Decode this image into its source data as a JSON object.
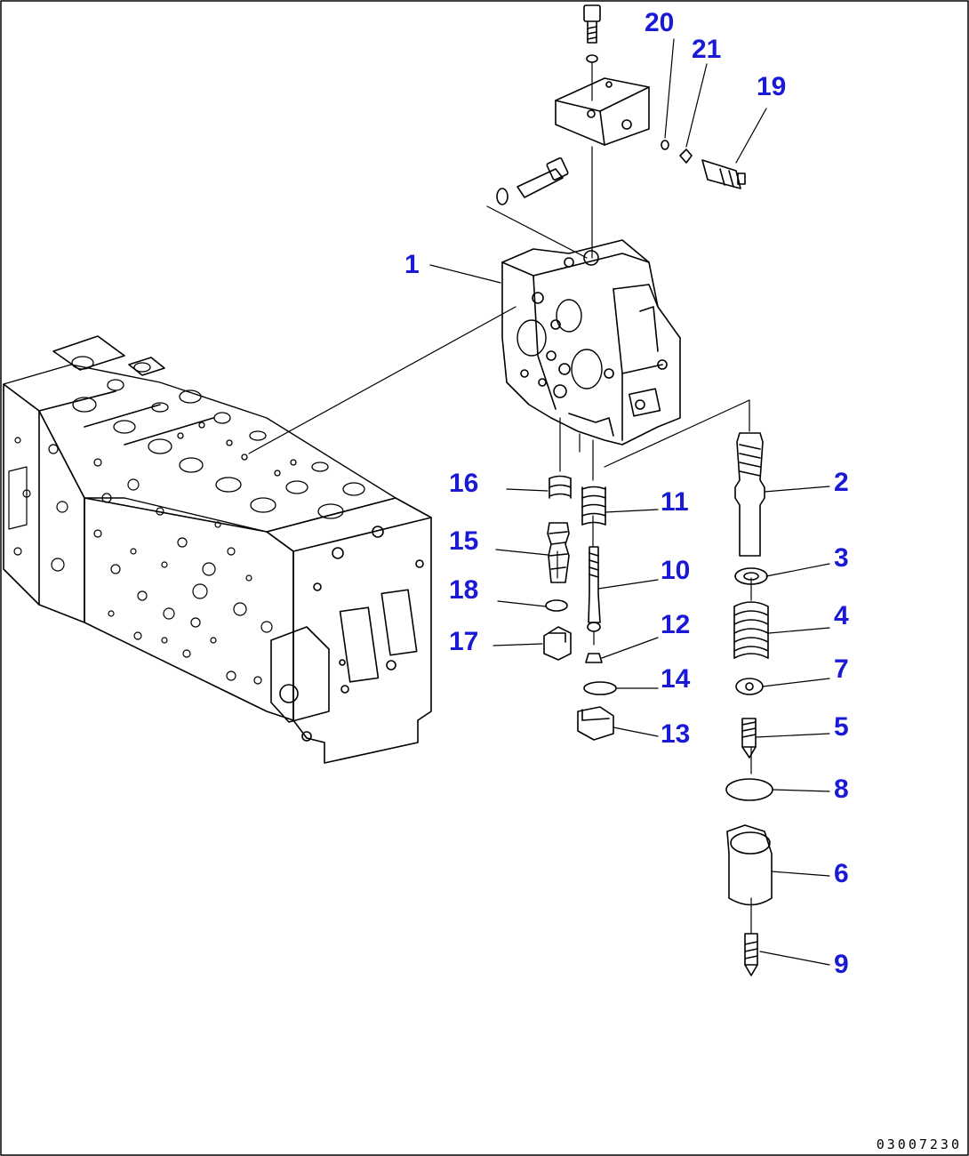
{
  "diagram": {
    "drawing_id": "03007230",
    "colors": {
      "callout": "#1a1ad6",
      "line": "#000000",
      "background": "#ffffff"
    },
    "callouts": [
      {
        "key": "1",
        "label": "1"
      },
      {
        "key": "2",
        "label": "2"
      },
      {
        "key": "3",
        "label": "3"
      },
      {
        "key": "4",
        "label": "4"
      },
      {
        "key": "5",
        "label": "5"
      },
      {
        "key": "6",
        "label": "6"
      },
      {
        "key": "7",
        "label": "7"
      },
      {
        "key": "8",
        "label": "8"
      },
      {
        "key": "9",
        "label": "9"
      },
      {
        "key": "10",
        "label": "10"
      },
      {
        "key": "11",
        "label": "11"
      },
      {
        "key": "12",
        "label": "12"
      },
      {
        "key": "13",
        "label": "13"
      },
      {
        "key": "14",
        "label": "14"
      },
      {
        "key": "15",
        "label": "15"
      },
      {
        "key": "16",
        "label": "16"
      },
      {
        "key": "17",
        "label": "17"
      },
      {
        "key": "18",
        "label": "18"
      },
      {
        "key": "19",
        "label": "19"
      },
      {
        "key": "20",
        "label": "20"
      },
      {
        "key": "21",
        "label": "21"
      }
    ]
  }
}
